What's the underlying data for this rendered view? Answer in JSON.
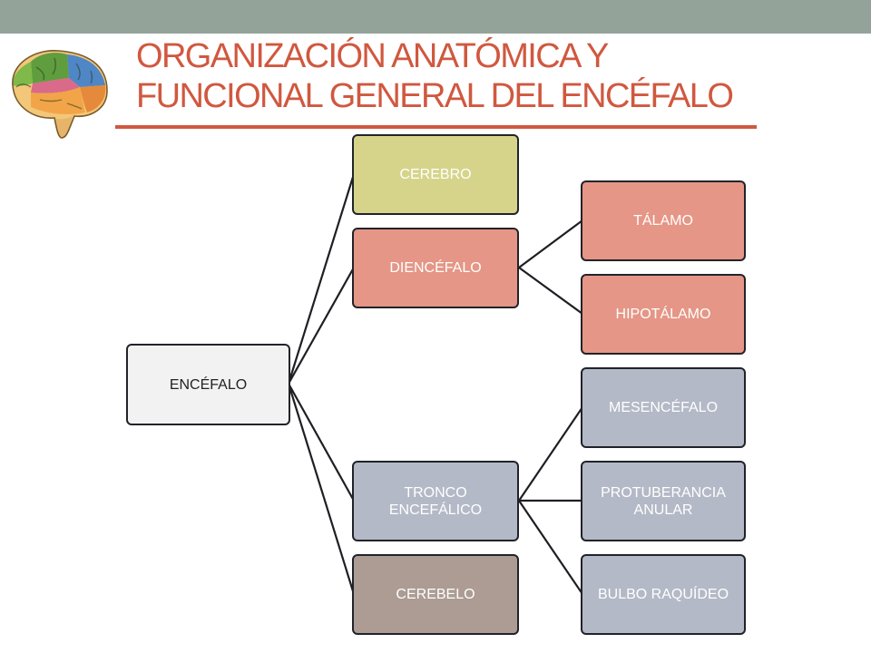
{
  "slide": {
    "title_line1": "ORGANIZACIÓN ANATÓMICA Y",
    "title_line2": "FUNCIONAL GENERAL  DEL ENCÉFALO",
    "logo_icon": "brain-icon"
  },
  "colors": {
    "top_band": "#94a39a",
    "title": "#d0583f",
    "root_box": "#f2f2f2",
    "cerebro_box": "#d6d48a",
    "diencefalo_box": "#e59686",
    "tronco_box": "#b3b9c6",
    "cerebelo_box": "#ac9c94",
    "border": "#22232a"
  },
  "diagram": {
    "root": "ENCÉFALO",
    "branches": {
      "cerebro": "CEREBRO",
      "diencefalo": "DIENCÉFALO",
      "tronco": "TRONCO ENCEFÁLICO",
      "cerebelo": "CEREBELO"
    },
    "diencefalo_children": {
      "talamo": "TÁLAMO",
      "hipotalamo": "HIPOTÁLAMO"
    },
    "tronco_children": {
      "mesencefalo": "MESENCÉFALO",
      "protuberancia": "PROTUBERANCIA ANULAR",
      "bulbo": "BULBO RAQUÍDEO"
    }
  }
}
